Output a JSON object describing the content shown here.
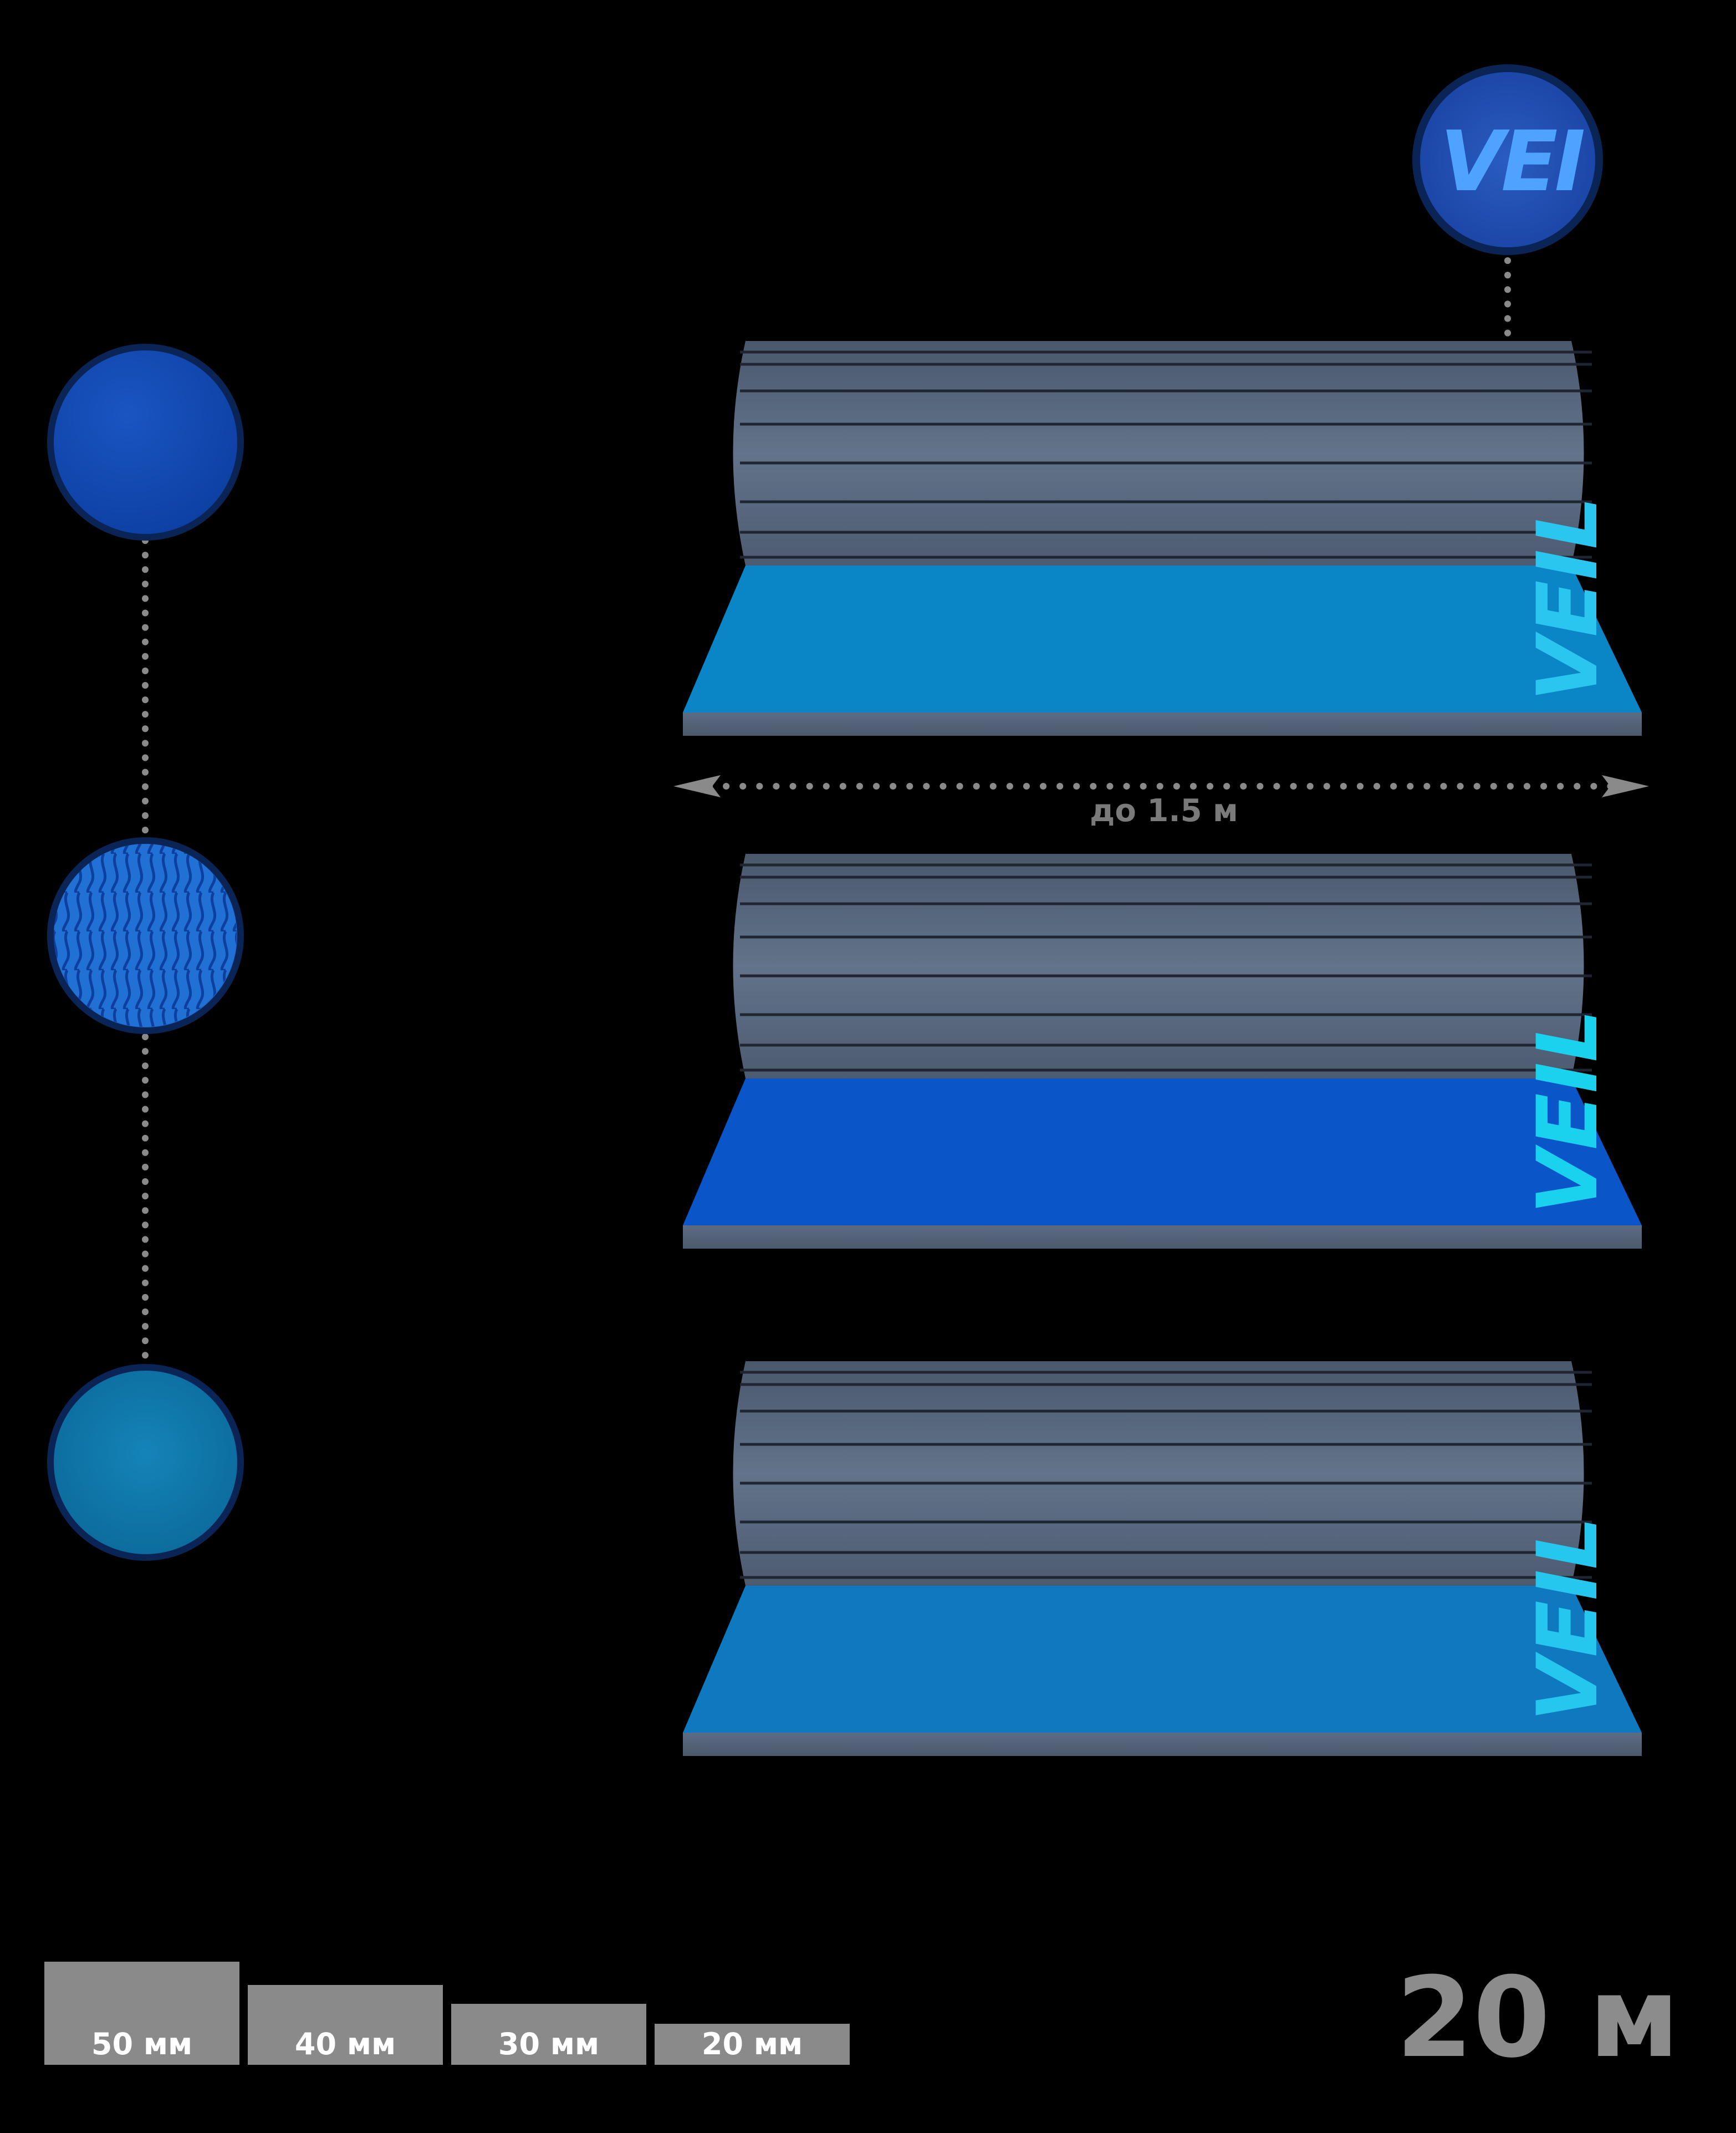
{
  "brand": {
    "logo_text": "VEIL",
    "logo_badge_text": "VEI"
  },
  "dimensions": {
    "width_label": "до 1.5 м",
    "length_label": "20 м"
  },
  "thickness_options": [
    {
      "label": "50 мм"
    },
    {
      "label": "40 мм"
    },
    {
      "label": "30 мм"
    },
    {
      "label": "20 мм"
    }
  ],
  "swatches": [
    {
      "name": "leather-texture",
      "color": "#0d43a8"
    },
    {
      "name": "wave-texture",
      "color": "#1a63c9"
    },
    {
      "name": "carpet-texture",
      "color": "#0d6fa8"
    }
  ],
  "rolls": [
    {
      "surface_color": "#0a86c6",
      "logo_color": "#2bc6f0"
    },
    {
      "surface_color": "#0a55c8",
      "logo_color": "#19d2ee"
    },
    {
      "surface_color": "#0f79bf",
      "logo_color": "#25c7ef"
    }
  ],
  "colors": {
    "background": "#000000",
    "roll_body": "#5b6a80",
    "roll_groove": "#1f2632",
    "label_gray": "#8a8a8a"
  }
}
